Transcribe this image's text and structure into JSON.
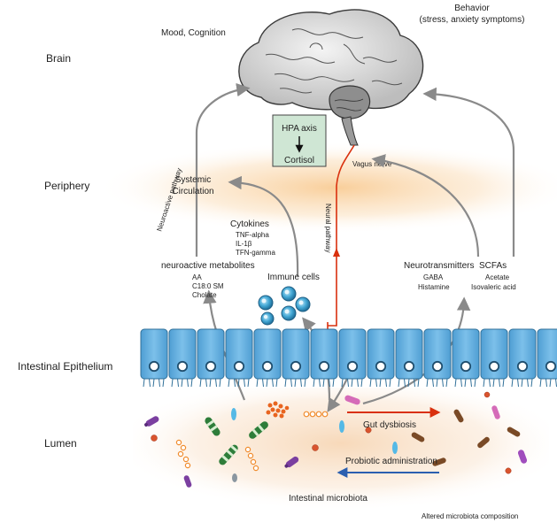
{
  "levels": {
    "brain": "Brain",
    "periphery": "Periphery",
    "epithelium": "Intestinal Epithelium",
    "lumen": "Lumen"
  },
  "top": {
    "mood": "Mood, Cognition",
    "behavior_line1": "Behavior",
    "behavior_line2": "(stress, anxiety symptoms)"
  },
  "hpa": {
    "axis": "HPA axis",
    "cortisol": "Cortisol"
  },
  "pathways": {
    "vagus": "Vagus nerve",
    "neural": "Neural pathway",
    "neuroactive": "Neuroactive pathway"
  },
  "systemic": {
    "line1": "Systemic",
    "line2": "Circulation"
  },
  "cytokines": {
    "title": "Cytokines",
    "items": [
      "TNF-alpha",
      "IL-1β",
      "TFN-gamma"
    ]
  },
  "metabolites": {
    "title": "neuroactive metabolites",
    "items": [
      "AA",
      "C18:0 SM",
      "Cholate"
    ]
  },
  "immune": {
    "title": "Immune cells"
  },
  "neurotransmitters": {
    "title": "Neurotransmitters",
    "items": [
      "GABA",
      "Histamine"
    ]
  },
  "scfas": {
    "title": "SCFAs",
    "items": [
      "Acetate",
      "Isovaleric acid"
    ]
  },
  "lumen": {
    "dysbiosis": "Gut dysbiosis",
    "probiotic": "Probiotic administration",
    "microbiota": "Intestinal microbiota",
    "altered": "Altered microbiota composition"
  },
  "colors": {
    "periphery_glow": "#f8c98f",
    "lumen_glow": "#f6d2ad",
    "cell": "#5ba8da",
    "cell_border": "#2f6f98",
    "nucleus_ring": "#1f4e6e",
    "neural_line": "#d9300e",
    "probiotic_arrow": "#2b5fb0",
    "gray_arrow": "#8a8a8a",
    "hpa_box": "#cfe6d4",
    "immune_cell": "#3da2cf"
  }
}
